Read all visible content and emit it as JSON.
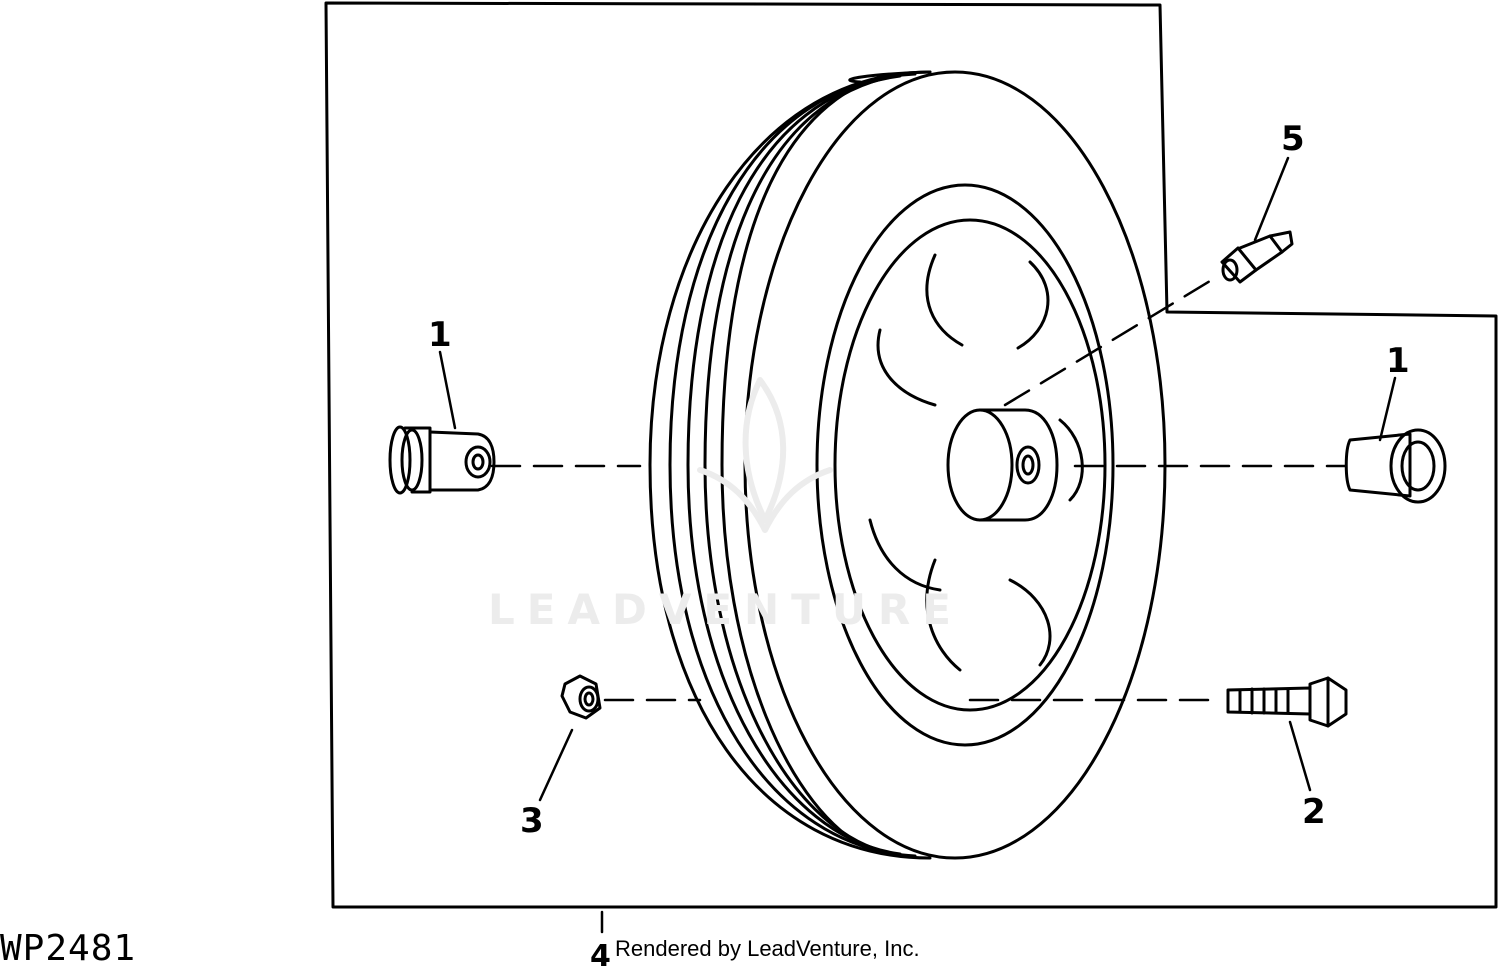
{
  "diagram": {
    "callouts": [
      {
        "key": "hub-bushing-left",
        "label": "1"
      },
      {
        "key": "hub-bushing-right",
        "label": "1"
      },
      {
        "key": "bolt",
        "label": "2"
      },
      {
        "key": "nut",
        "label": "3"
      },
      {
        "key": "wheel-tire",
        "label": "4"
      },
      {
        "key": "grease-fitting",
        "label": "5"
      }
    ],
    "figure_code": "WP2481",
    "credit": "Rendered by LeadVenture, Inc.",
    "watermark": "LEADVENTURE"
  },
  "colors": {
    "line": "#000000",
    "watermark": "#ececec",
    "background": "#ffffff"
  }
}
